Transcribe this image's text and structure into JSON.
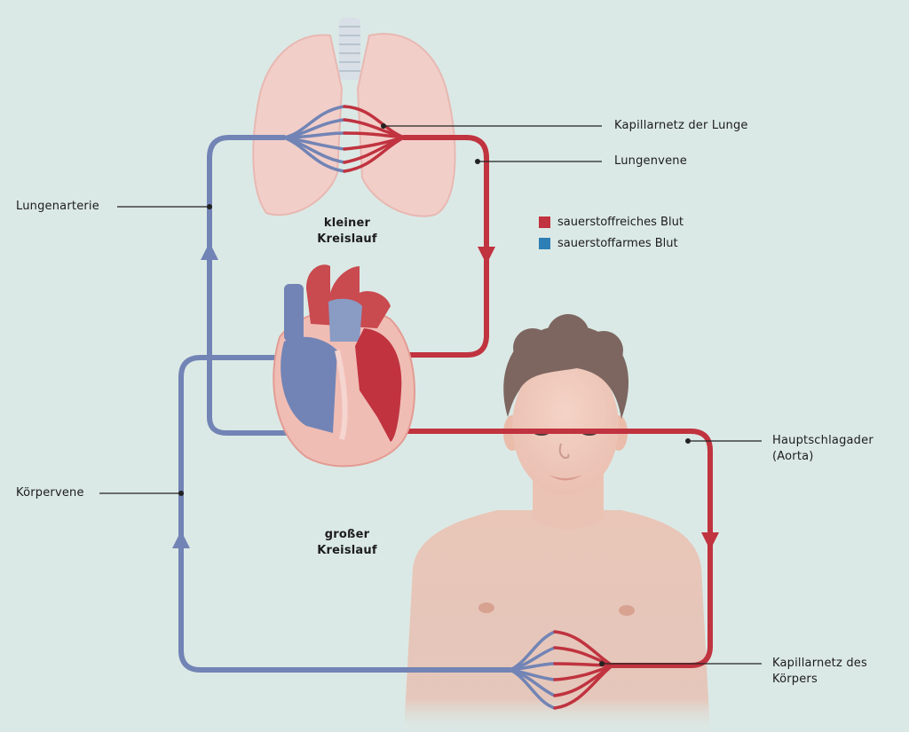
{
  "labels": {
    "lung_capillary": "Kapillarnetz der Lunge",
    "lung_vein": "Lungenvene",
    "lung_artery": "Lungenarterie",
    "small_circuit_1": "kleiner",
    "small_circuit_2": "Kreislauf",
    "large_circuit_1": "großer",
    "large_circuit_2": "Kreislauf",
    "body_vein": "Körpervene",
    "aorta_1": "Hauptschlagader",
    "aorta_2": "(Aorta)",
    "body_capillary_1": "Kapillarnetz des",
    "body_capillary_2": "Körpers"
  },
  "legend": {
    "oxygen_rich": "sauerstoffreiches Blut",
    "oxygen_poor": "sauerstoffarmes Blut"
  },
  "colors": {
    "oxygen_rich": "#c0333f",
    "oxygen_poor": "#7284b5",
    "legend_poor": "#2e7fb5",
    "background": "#dbe9e6"
  }
}
